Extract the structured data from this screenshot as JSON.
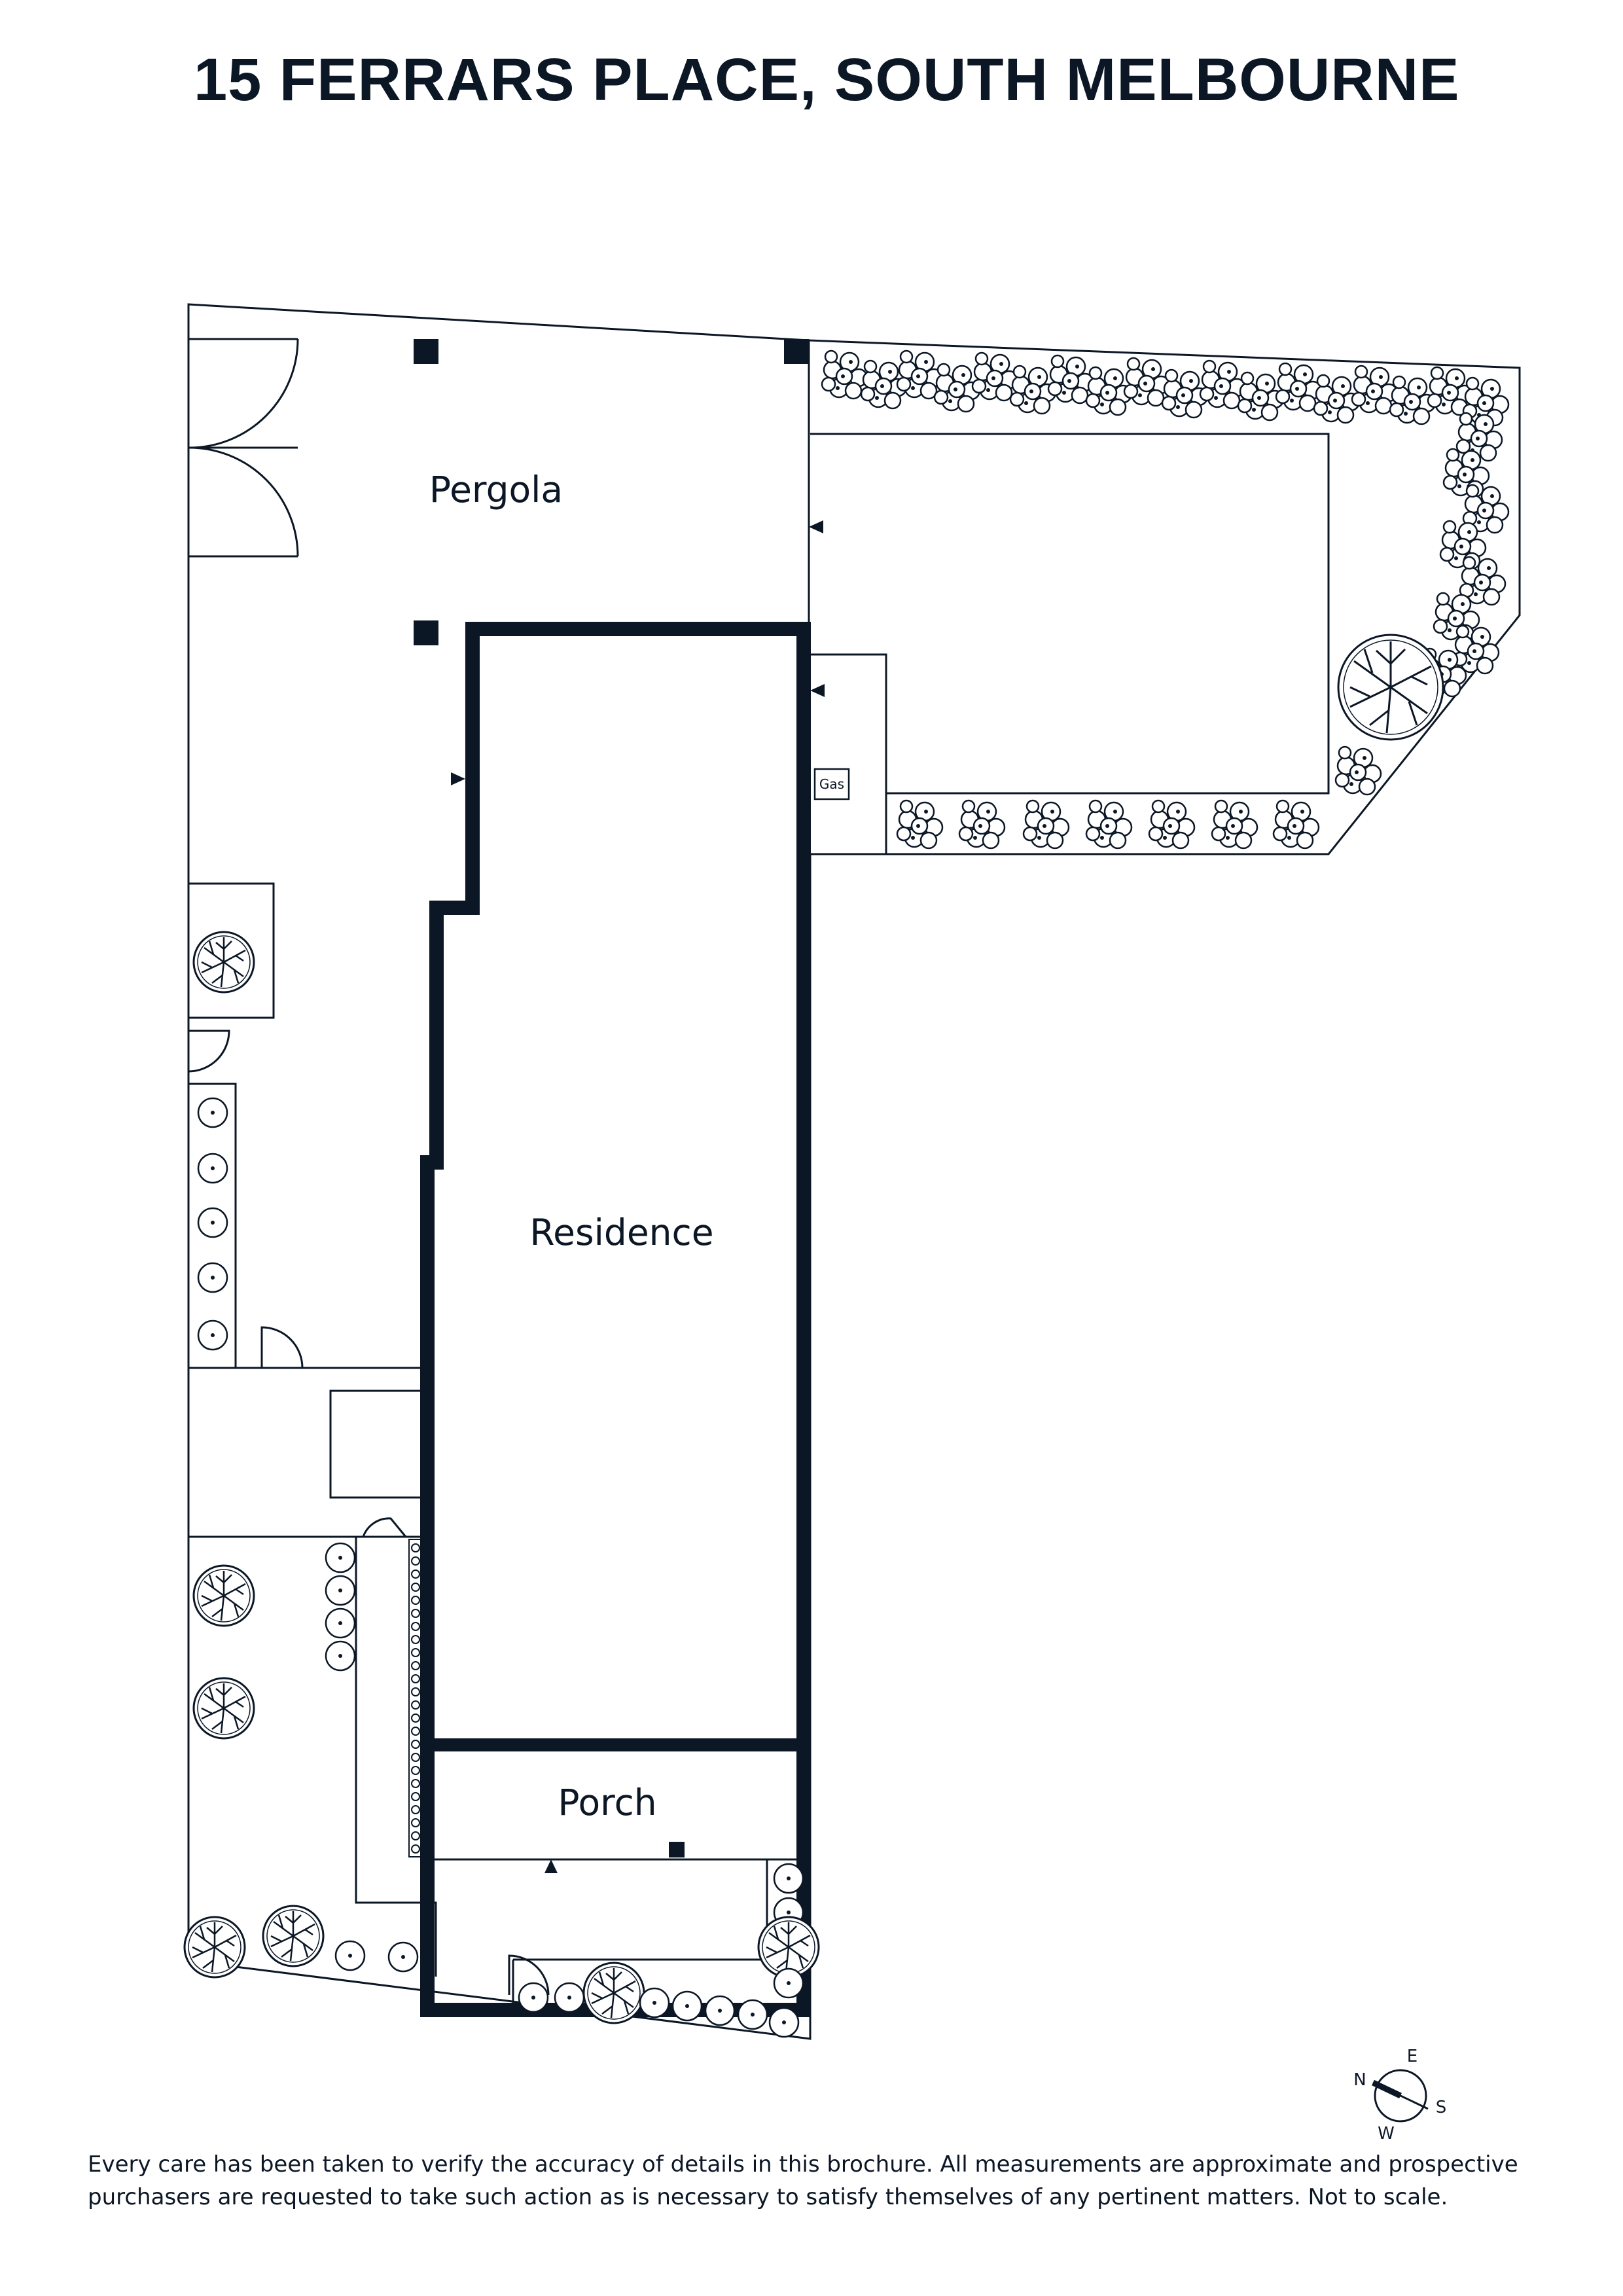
{
  "title": "15 FERRARS PLACE, SOUTH MELBOURNE",
  "rooms": {
    "pergola": "Pergola",
    "residence": "Residence",
    "porch": "Porch"
  },
  "fixtures": {
    "gas": "Gas"
  },
  "compass": {
    "north": "N",
    "east": "E",
    "south": "S",
    "west": "W"
  },
  "disclaimer": "Every care has been taken to verify the accuracy of details in this brochure. All measurements are approximate and prospective purchasers are requested to take such action as is necessary to satisfy themselves of any pertinent matters. Not to scale.",
  "colors": {
    "ink": "#0c1726",
    "background": "#ffffff"
  }
}
